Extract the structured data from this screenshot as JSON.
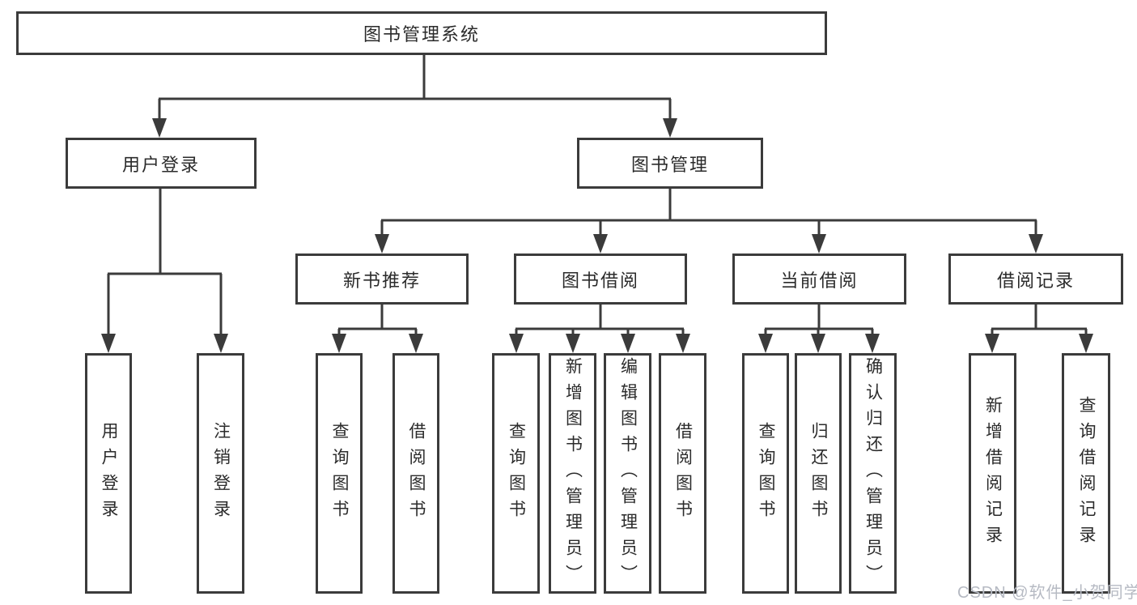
{
  "diagram": {
    "root": {
      "label": "图书管理系统"
    },
    "level2": [
      {
        "label": "用户登录"
      },
      {
        "label": "图书管理"
      }
    ],
    "level3": [
      {
        "label": "新书推荐"
      },
      {
        "label": "图书借阅"
      },
      {
        "label": "当前借阅"
      },
      {
        "label": "借阅记录"
      }
    ],
    "leaves": {
      "user_login": [
        {
          "label": "用户登录"
        },
        {
          "label": "注销登录"
        }
      ],
      "new_book_recommend": [
        {
          "label": "查询图书"
        },
        {
          "label": "借阅图书"
        }
      ],
      "book_borrowing": [
        {
          "label": "查询图书"
        },
        {
          "label": "新增图书（管理员）"
        },
        {
          "label": "编辑图书（管理员）"
        },
        {
          "label": "借阅图书"
        }
      ],
      "current_borrowing": [
        {
          "label": "查询图书"
        },
        {
          "label": "归还图书"
        },
        {
          "label": "确认归还（管理员）"
        }
      ],
      "borrowing_records": [
        {
          "label": "新增借阅记录"
        },
        {
          "label": "查询借阅记录"
        }
      ]
    }
  },
  "watermark": {
    "text": "CSDN @软件_小贺同学",
    "color": "#b6bac3"
  },
  "colors": {
    "line": "#3b3b3b",
    "text": "#2b2b2b",
    "box_bg": "#ffffff",
    "page_bg": "#ffffff"
  }
}
